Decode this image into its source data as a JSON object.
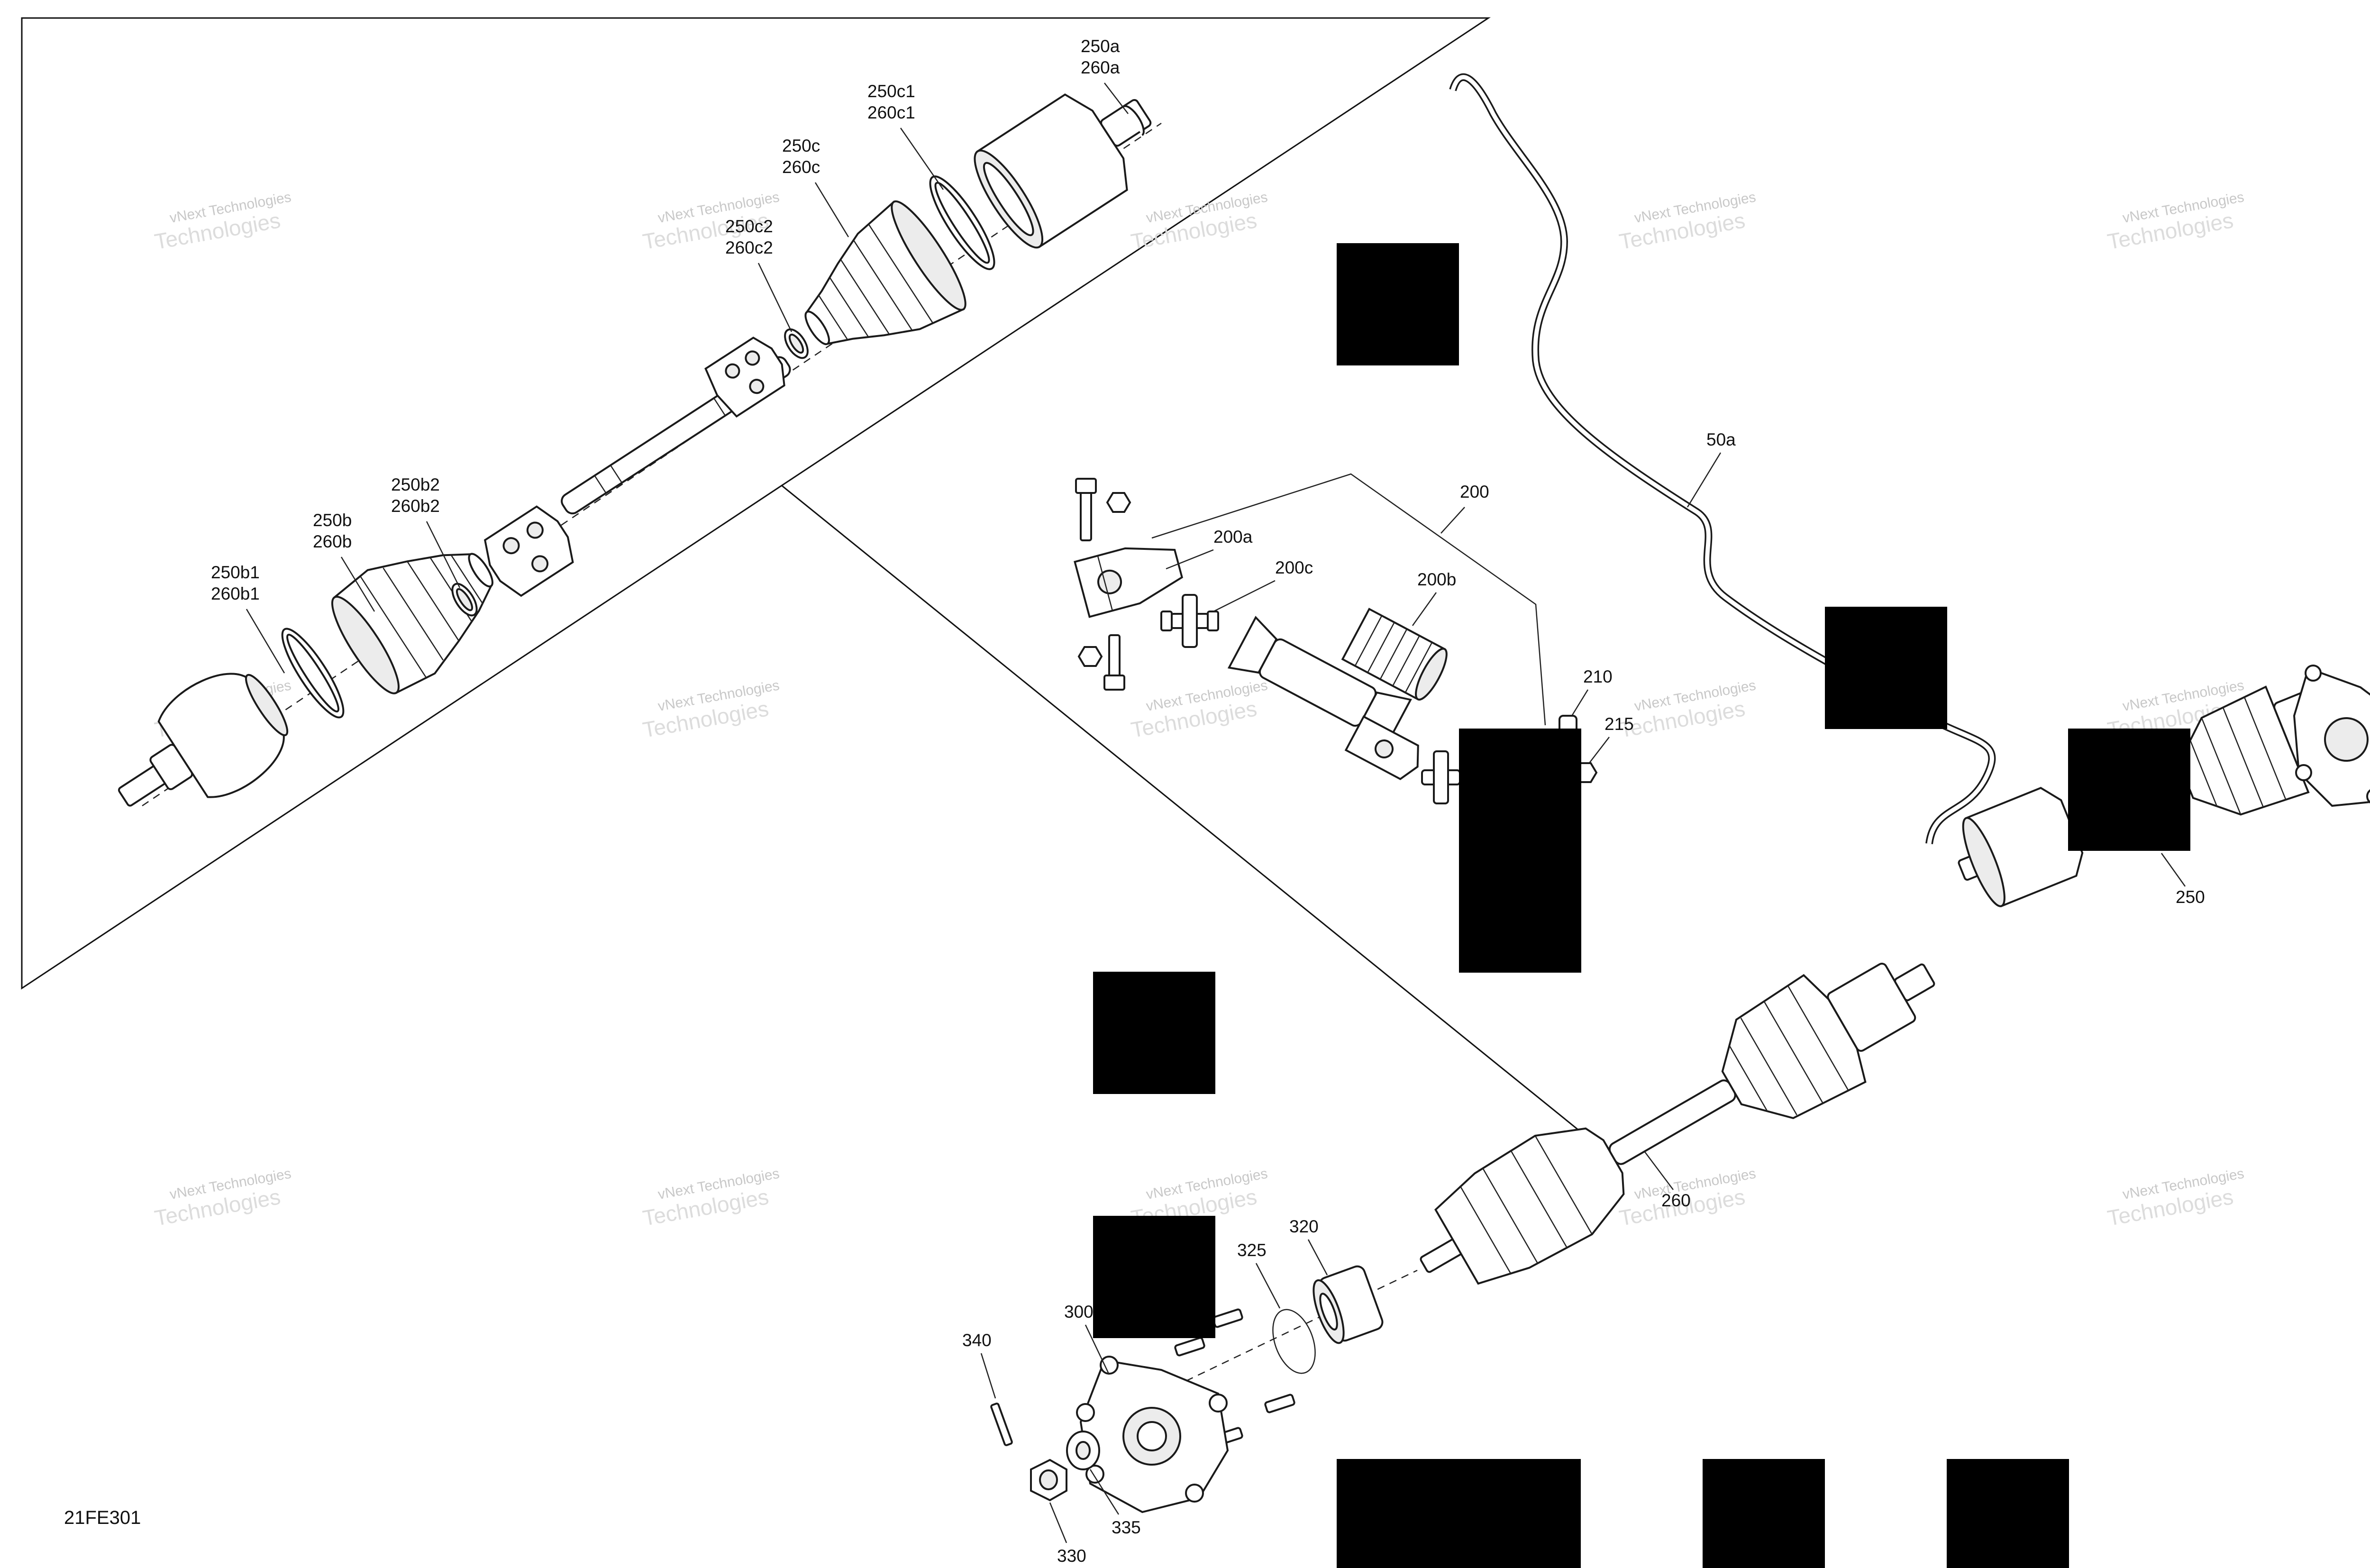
{
  "figure_code": "21FE301",
  "watermark": {
    "line1": "vNext Technologies",
    "line2": "Technologies"
  },
  "callouts": {
    "c250a": "250a",
    "c260a": "260a",
    "c250c1": "250c1",
    "c260c1": "260c1",
    "c250c": "250c",
    "c260c": "260c",
    "c250c2": "250c2",
    "c260c2": "260c2",
    "c250b2": "250b2",
    "c260b2": "260b2",
    "c250b": "250b",
    "c260b": "260b",
    "c250b1": "250b1",
    "c260b1": "260b1",
    "c50a": "50a",
    "c200": "200",
    "c200a": "200a",
    "c200c": "200c",
    "c200b": "200b",
    "c210": "210",
    "c215": "215",
    "c250": "250",
    "c260": "260",
    "c320": "320",
    "c325": "325",
    "c300": "300",
    "c340": "340",
    "c335": "335",
    "c330": "330"
  },
  "colors": {
    "ink": "#111111",
    "redaction": "#000000",
    "watermark": "#c8c8c8"
  }
}
